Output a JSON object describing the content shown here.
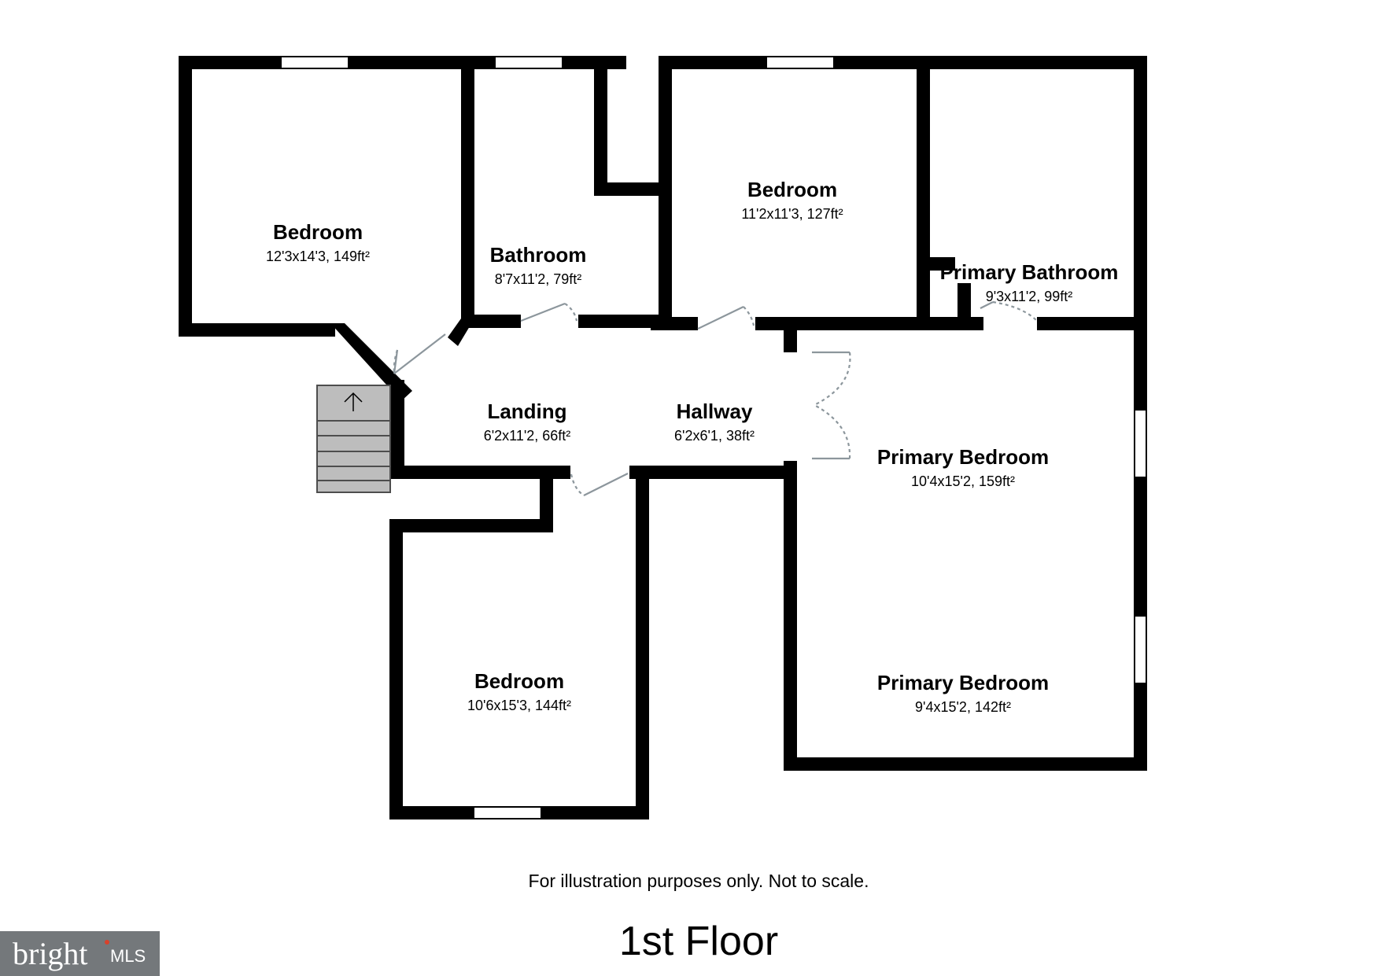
{
  "rooms": {
    "bedroom_1": {
      "name": "Bedroom",
      "dimensions": "12'3x14'3, 149ft²"
    },
    "bathroom": {
      "name": "Bathroom",
      "dimensions": "8'7x11'2, 79ft²"
    },
    "bedroom_2": {
      "name": "Bedroom",
      "dimensions": "11'2x11'3, 127ft²"
    },
    "primary_bathroom": {
      "name": "Primary Bathroom",
      "dimensions": "9'3x11'2, 99ft²"
    },
    "landing": {
      "name": "Landing",
      "dimensions": "6'2x11'2, 66ft²"
    },
    "hallway": {
      "name": "Hallway",
      "dimensions": "6'2x6'1, 38ft²"
    },
    "primary_bedroom_1": {
      "name": "Primary Bedroom",
      "dimensions": "10'4x15'2, 159ft²"
    },
    "primary_bedroom_2": {
      "name": "Primary Bedroom",
      "dimensions": "9'4x15'2, 142ft²"
    },
    "bedroom_3": {
      "name": "Bedroom",
      "dimensions": "10'6x15'3, 144ft²"
    }
  },
  "disclaimer": "For illustration purposes only. Not to scale.",
  "floor_title": "1st Floor",
  "logo": {
    "text": "bright",
    "suffix": "MLS",
    "background": "#74787b"
  },
  "colors": {
    "wall": "#000000",
    "stair_fill": "#bdbdbd",
    "door_line": "#8c969c"
  }
}
